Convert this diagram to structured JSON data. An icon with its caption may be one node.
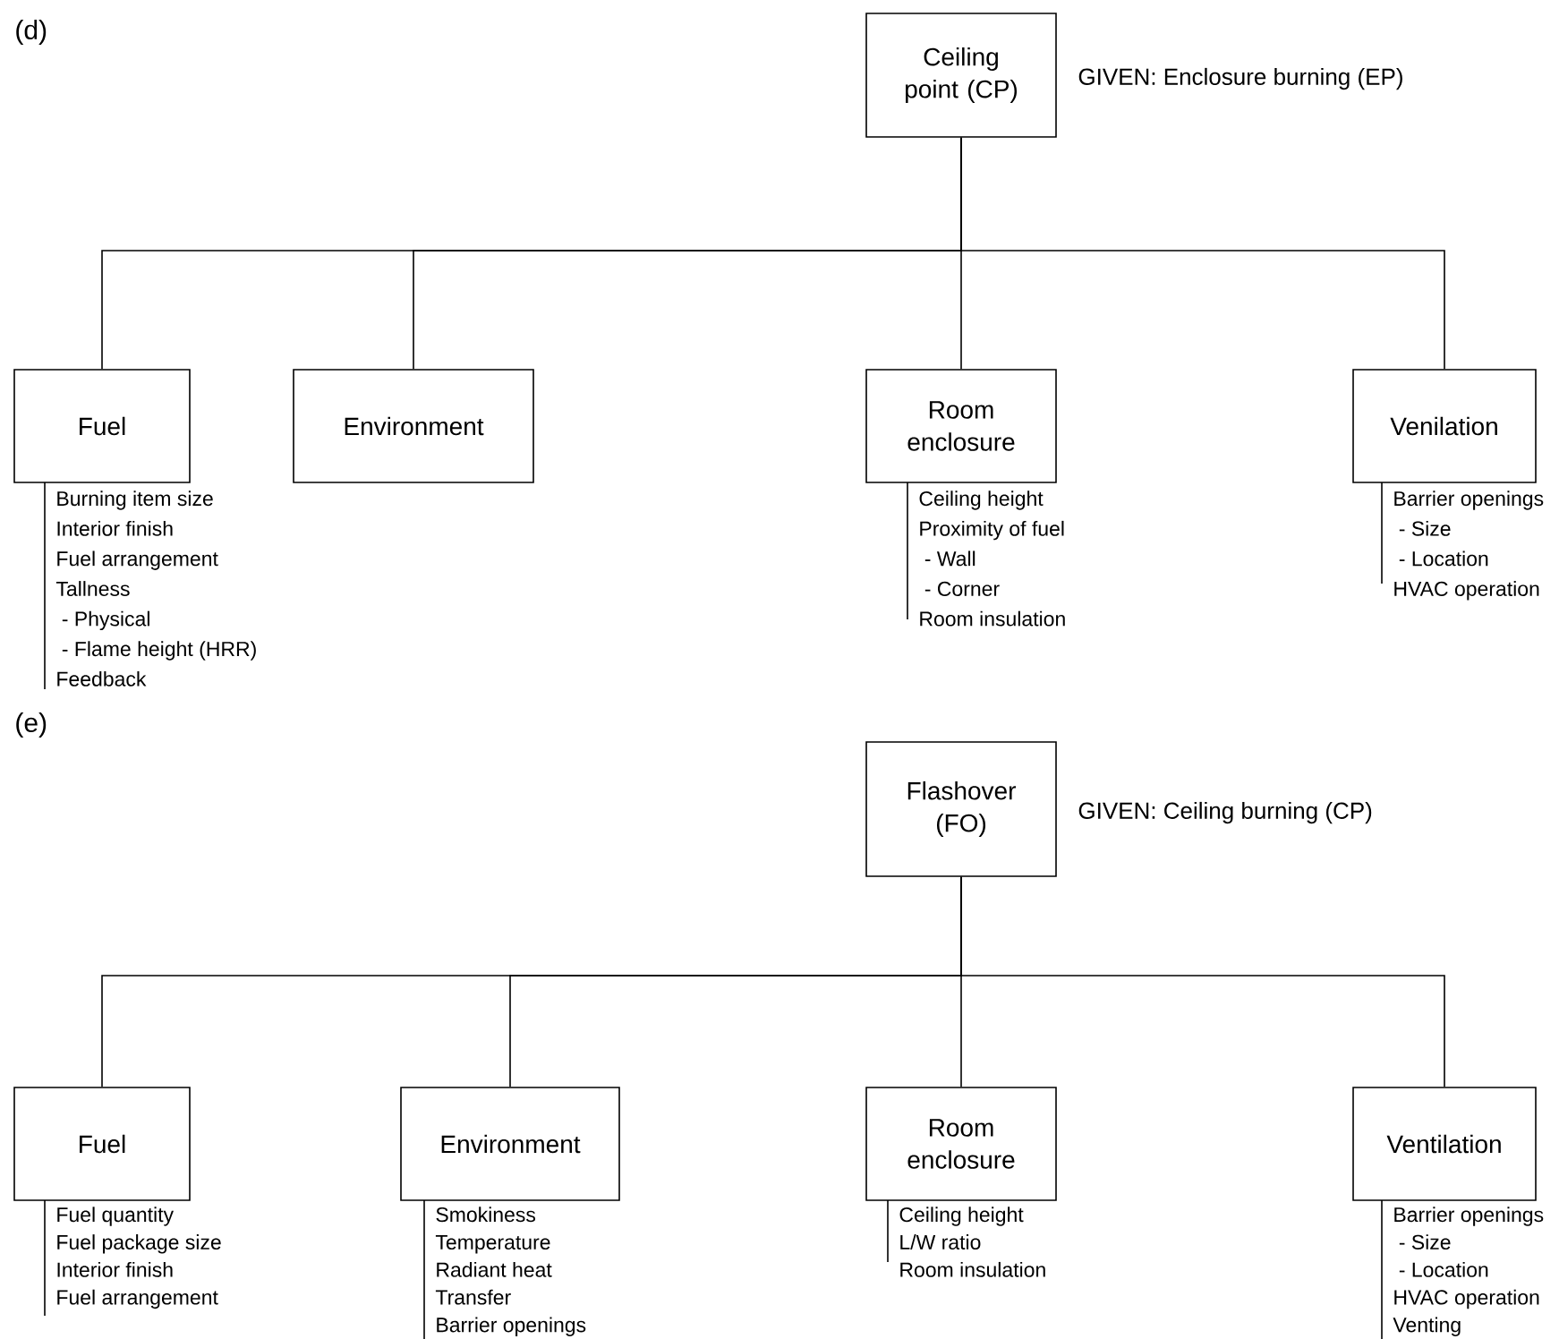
{
  "diagram": {
    "nodes": [
      {
        "text": [
          "Ceiling point (CP)"
        ],
        "beside": [
          "GIVEN: Enclosure burning (EP)"
        ]
      },
      {
        "text": [
          "Fuel"
        ],
        "beside": [
          "Burning item size",
          "Interior finish",
          "Fuel arrangement",
          "Tallness",
          " - Physical",
          " - Flame height (HRR)",
          "Feedback"
        ]
      },
      {
        "text": [
          "Environment"
        ]
      },
      {
        "text": [
          "Room enclosure"
        ],
        "beside": [
          "Ceiling height",
          "Proximity of fuel",
          " - Wall",
          " - Corner",
          "Room insulation"
        ]
      },
      {
        "text": [
          "Venilation"
        ],
        "beside": [
          "Barrier openings",
          " - Size",
          " - Location",
          "HVAC operation"
        ]
      },
      {
        "text": [
          "Flashover (FO)"
        ],
        "beside": [
          "GIVEN: Ceiling burning (CP)"
        ]
      },
      {
        "text": [
          "Fuel"
        ],
        "beside": [
          "Fuel quantity",
          "Fuel package size",
          "Interior finish",
          "Fuel arrangement"
        ]
      },
      {
        "text": [
          "Environment"
        ],
        "beside": [
          "Smokiness",
          "Temperature",
          "Radiant heat",
          "Transfer",
          "Barrier openings"
        ]
      },
      {
        "text": [
          "Room enclosure"
        ],
        "beside": [
          "Ceiling height",
          "L/W ratio",
          "Room insulation"
        ]
      },
      {
        "text": [
          "Ventilation"
        ],
        "beside": [
          "Barrier openings",
          " - Size",
          " - Location",
          "HVAC operation",
          "Venting"
        ]
      }
    ],
    "edges": [
      {
        "from": 0,
        "to": 1,
        "arrow": "none"
      },
      {
        "from": 0,
        "to": 2,
        "arrow": "none"
      },
      {
        "from": 0,
        "to": 3,
        "arrow": "none"
      },
      {
        "from": 0,
        "to": 4,
        "arrow": "none"
      },
      {
        "from": 5,
        "to": 6,
        "arrow": "none"
      },
      {
        "from": 5,
        "to": 7,
        "arrow": "none"
      },
      {
        "from": 5,
        "to": 8,
        "arrow": "none"
      },
      {
        "from": 5,
        "to": 9,
        "arrow": "none"
      }
    ],
    "labels": [
      "(d)",
      "(e)"
    ]
  }
}
